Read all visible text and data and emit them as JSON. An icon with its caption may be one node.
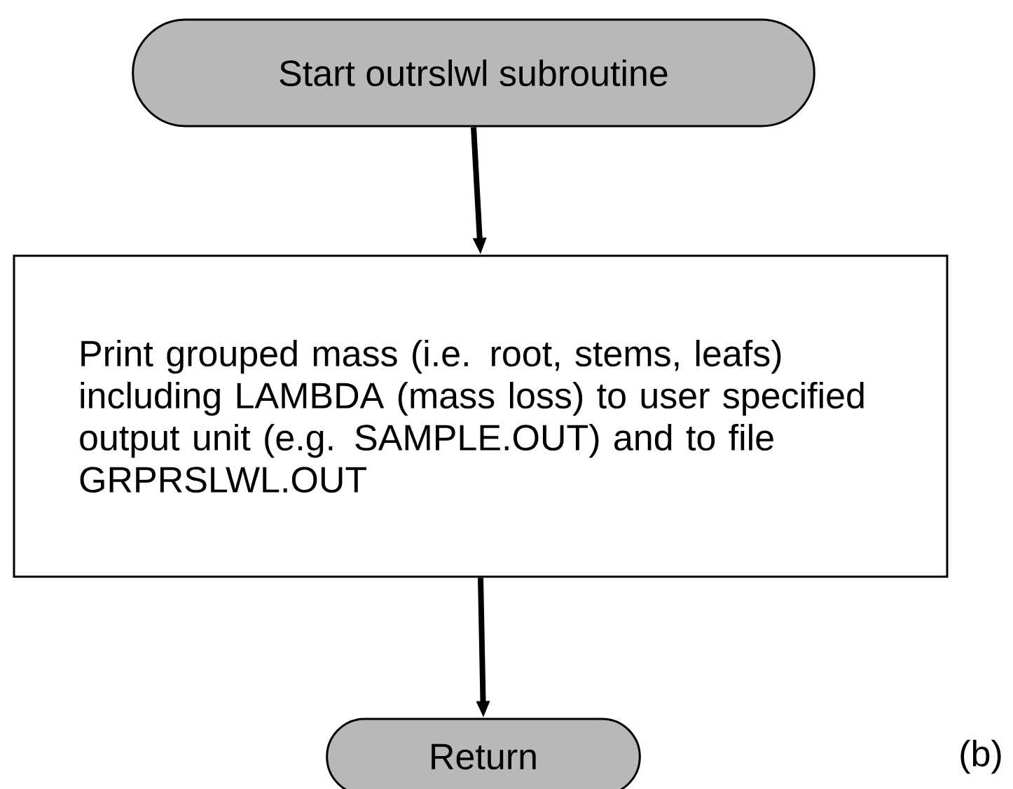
{
  "diagram": {
    "nodes": [
      {
        "text": [
          "Start outrslwl subroutine"
        ]
      },
      {
        "text": [
          "Print grouped mass (i.e. root, stems, leafs) including LAMBDA (mass loss) to user specified output unit (e.g. SAMPLE.OUT) and to file GRPRSLWL.OUT"
        ]
      },
      {
        "text": [
          "Return"
        ]
      }
    ],
    "edges": [
      {
        "from": 0,
        "to": 1,
        "arrow": "to"
      },
      {
        "from": 1,
        "to": 2,
        "arrow": "to"
      }
    ],
    "labels": [
      "(b)"
    ]
  }
}
